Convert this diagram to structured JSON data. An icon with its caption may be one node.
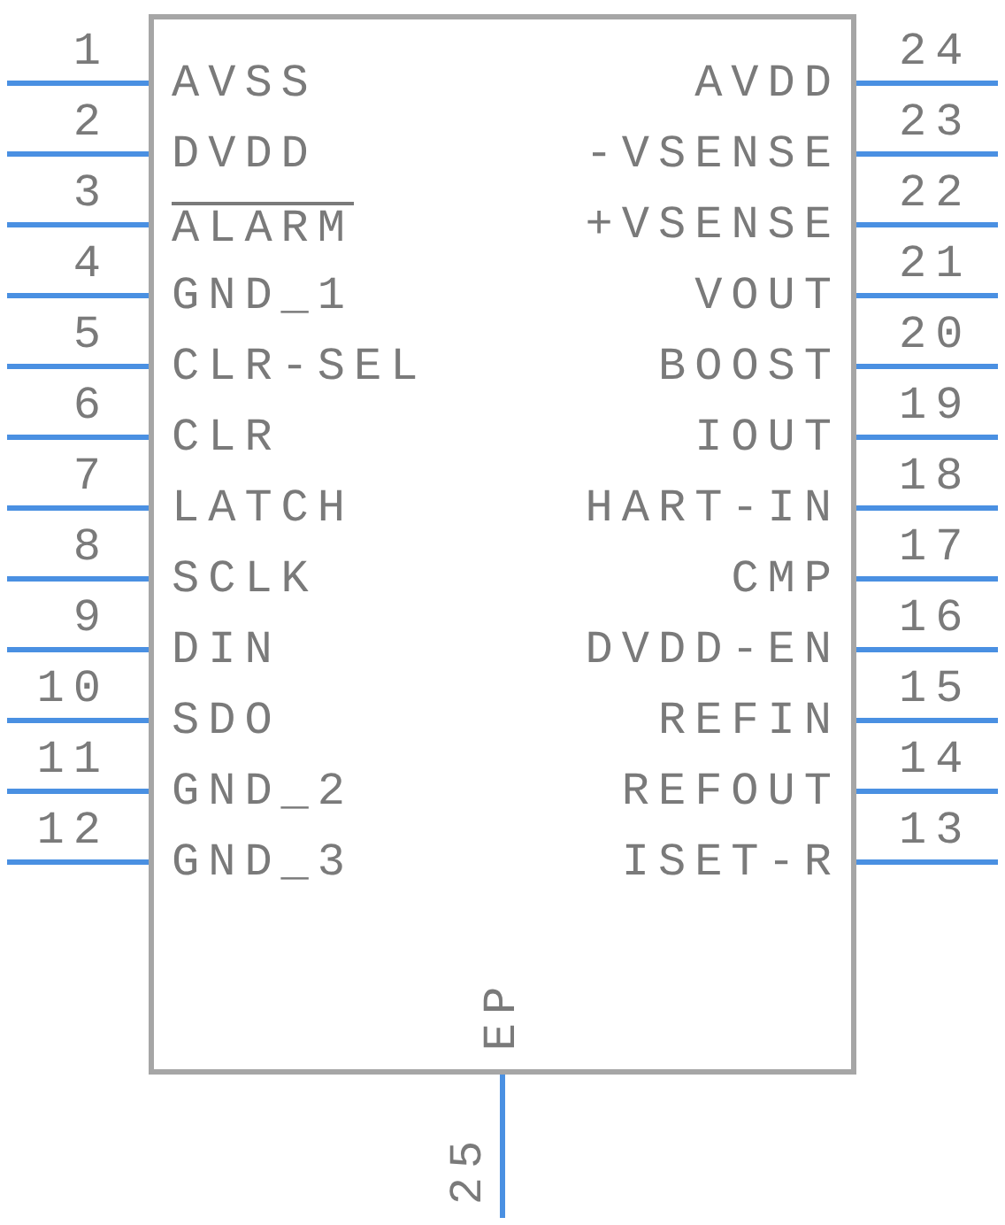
{
  "diagram": {
    "nodes": [
      {
        "text": [
          "EP"
        ]
      }
    ],
    "edges": [],
    "labels": [
      "1",
      "AVSS",
      "AVDD",
      "24",
      "2",
      "DVDD",
      "-VSENSE",
      "23",
      "3",
      "ALARM",
      "+VSENSE",
      "22",
      "4",
      "GND_1",
      "VOUT",
      "21",
      "5",
      "CLR-SEL",
      "BOOST",
      "20",
      "6",
      "CLR",
      "IOUT",
      "19",
      "7",
      "LATCH",
      "HART-IN",
      "18",
      "8",
      "SCLK",
      "CMP",
      "17",
      "9",
      "DIN",
      "DVDD-EN",
      "16",
      "10",
      "SDO",
      "REFIN",
      "15",
      "11",
      "GND_2",
      "REFOUT",
      "14",
      "12",
      "GND_3",
      "ISET-R",
      "13",
      "25"
    ]
  }
}
